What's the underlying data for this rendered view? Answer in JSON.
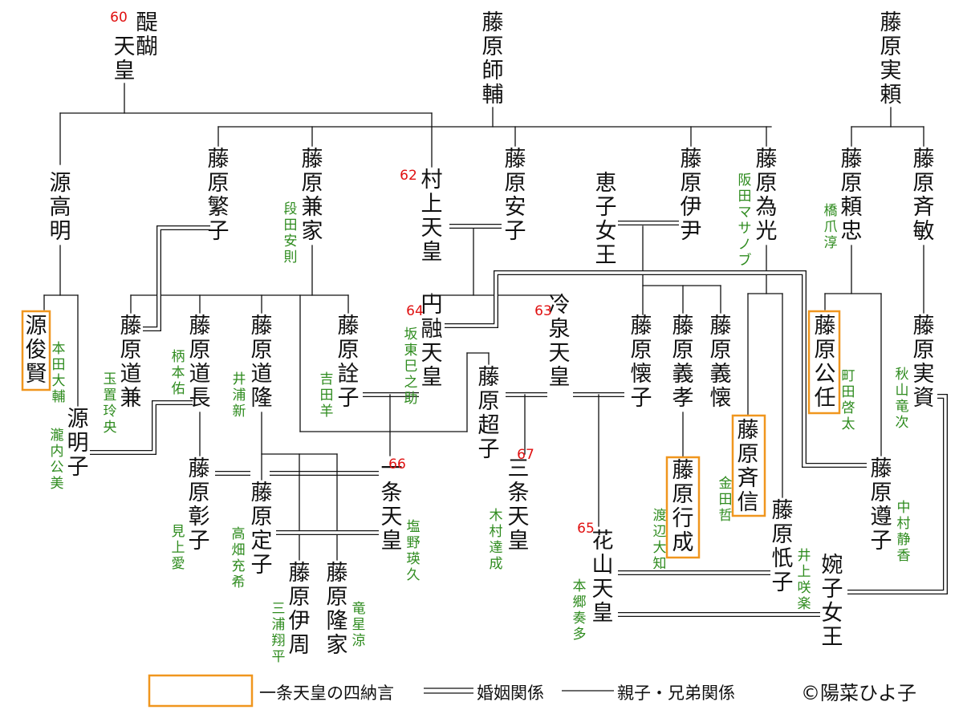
{
  "colors": {
    "line": "#111111",
    "name": "#111111",
    "actor": "#2e8b1e",
    "number": "#e01010",
    "highlight": "#f0961e"
  },
  "persons": [
    {
      "id": "daigo",
      "name": "醍醐天皇",
      "num": "60"
    },
    {
      "id": "morosuke",
      "name": "藤原師輔"
    },
    {
      "id": "saneyori",
      "name": "藤原実頼"
    },
    {
      "id": "takaakira",
      "name": "源高明"
    },
    {
      "id": "shigeko",
      "name": "藤原繁子"
    },
    {
      "id": "kaneie",
      "name": "藤原兼家",
      "actor": "段田安則"
    },
    {
      "id": "murakami",
      "name": "村上天皇",
      "num": "62"
    },
    {
      "id": "anshi",
      "name": "藤原安子"
    },
    {
      "id": "keishi",
      "name": "恵子女王"
    },
    {
      "id": "koretada",
      "name": "藤原伊尹"
    },
    {
      "id": "tamemitsu",
      "name": "藤原為光",
      "actor": "阪田マサノブ"
    },
    {
      "id": "yoritada",
      "name": "藤原頼忠",
      "actor": "橋爪淳"
    },
    {
      "id": "tadatoshi",
      "name": "藤原斉敏"
    },
    {
      "id": "toshikata",
      "name": "源俊賢",
      "actor": "本田大輔",
      "highlight": true
    },
    {
      "id": "michikane",
      "name": "藤原道兼",
      "actor": "玉置玲央"
    },
    {
      "id": "michinaga",
      "name": "藤原道長",
      "actor": "柄本佑"
    },
    {
      "id": "michitaka",
      "name": "藤原道隆",
      "actor": "井浦新"
    },
    {
      "id": "senshi",
      "name": "藤原詮子",
      "actor": "吉田羊"
    },
    {
      "id": "enyu",
      "name": "円融天皇",
      "num": "64",
      "actor": "坂東巳之助"
    },
    {
      "id": "reizei",
      "name": "冷泉天皇",
      "num": "63"
    },
    {
      "id": "kaneko",
      "name": "藤原懐子"
    },
    {
      "id": "yoshitaka",
      "name": "藤原義孝"
    },
    {
      "id": "yoshichika",
      "name": "藤原義懐"
    },
    {
      "id": "kinto",
      "name": "藤原公任",
      "actor": "町田啓太",
      "highlight": true
    },
    {
      "id": "sanesuke",
      "name": "藤原実資",
      "actor": "秋山竜次"
    },
    {
      "id": "akiko_m",
      "name": "源明子",
      "actor": "瀧内公美"
    },
    {
      "id": "choshi",
      "name": "藤原超子"
    },
    {
      "id": "tadanobu",
      "name": "藤原斉信",
      "actor": "金田哲",
      "highlight": true
    },
    {
      "id": "shoshi",
      "name": "藤原彰子",
      "actor": "見上愛"
    },
    {
      "id": "teishi",
      "name": "藤原定子",
      "actor": "高畑充希"
    },
    {
      "id": "ichijo",
      "name": "一条天皇",
      "num": "66",
      "actor": "塩野瑛久"
    },
    {
      "id": "sanjo",
      "name": "三条天皇",
      "num": "67",
      "actor": "木村達成"
    },
    {
      "id": "yukinari",
      "name": "藤原行成",
      "actor": "渡辺大知",
      "highlight": true
    },
    {
      "id": "shishi",
      "name": "藤原忯子",
      "actor": "井上咲楽"
    },
    {
      "id": "junshi",
      "name": "藤原遵子",
      "actor": "中村静香"
    },
    {
      "id": "kazan",
      "name": "花山天皇",
      "num": "65",
      "actor": "本郷奏多"
    },
    {
      "id": "korechika",
      "name": "藤原伊周",
      "actor": "三浦翔平"
    },
    {
      "id": "takaie",
      "name": "藤原隆家",
      "actor": "竜星涼"
    },
    {
      "id": "enshi",
      "name": "婉子女王"
    }
  ],
  "legend": {
    "highlight_label": "一条天皇の四納言",
    "marriage_label": "婚姻関係",
    "parent_label": "親子・兄弟関係"
  },
  "copyright": "©陽菜ひよ子"
}
